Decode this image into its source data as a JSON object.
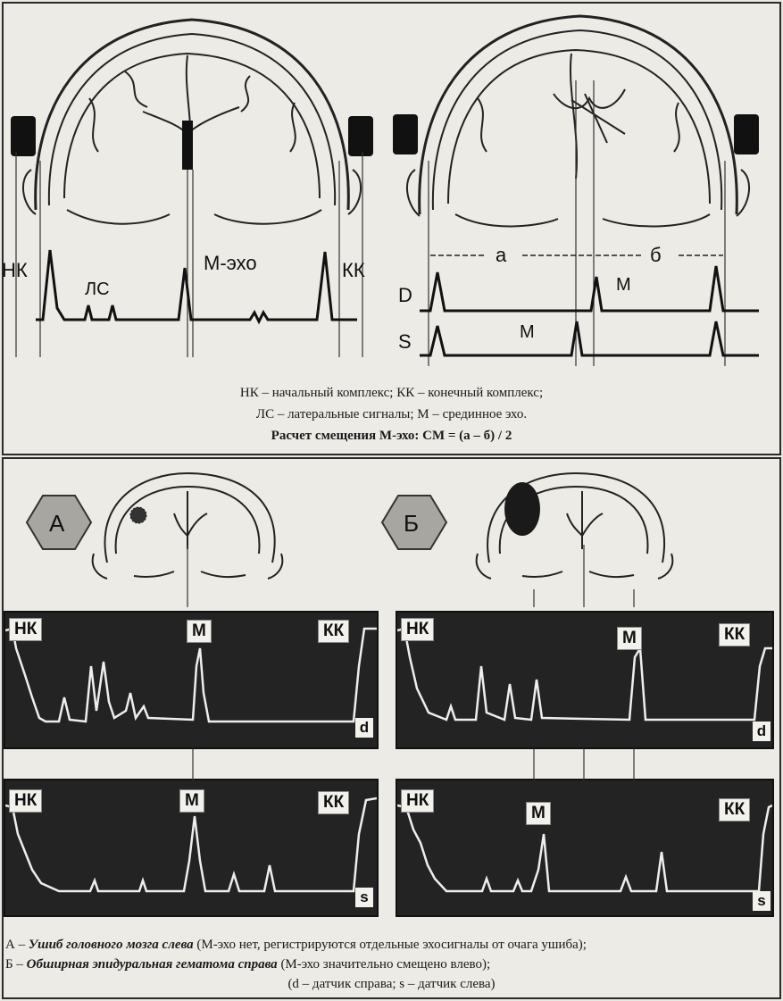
{
  "top": {
    "left_labels": {
      "nk": "НК",
      "ls": "ЛС",
      "m_echo": "М-эхо",
      "kk": "КК"
    },
    "right_labels": {
      "a": "а",
      "b": "б",
      "m1": "М",
      "m2": "М",
      "d": "D",
      "s": "S"
    },
    "caption": {
      "line1": "НК – начальный комплекс; КК – конечный комплекс;",
      "line2": "ЛС – латеральные сигналы; М – срединное эхо.",
      "line3": "Расчет смещения М-эхо: СМ = (а – б) / 2"
    }
  },
  "bottom": {
    "case_a_label": "А",
    "case_b_label": "Б",
    "scopes": {
      "a_d": {
        "nk": "НК",
        "m": "М",
        "kk": "КК",
        "ch": "d"
      },
      "a_s": {
        "nk": "НК",
        "m": "М",
        "kk": "КК",
        "ch": "s"
      },
      "b_d": {
        "nk": "НК",
        "m": "М",
        "kk": "КК",
        "ch": "d"
      },
      "b_s": {
        "nk": "НК",
        "m": "М",
        "kk": "КК",
        "ch": "s"
      }
    },
    "caption": {
      "a_prefix": "А – ",
      "a_title": "Ушиб головного мозга слева",
      "a_text": " (М-эхо нет, регистрируются отдельные эхосигналы от очага ушиба);",
      "b_prefix": "Б – ",
      "b_title": "Обширная эпидуральная гематома справа",
      "b_text": " (М-эхо значительно смещено влево);",
      "note": "(d – датчик справа; s – датчик слева)"
    }
  }
}
